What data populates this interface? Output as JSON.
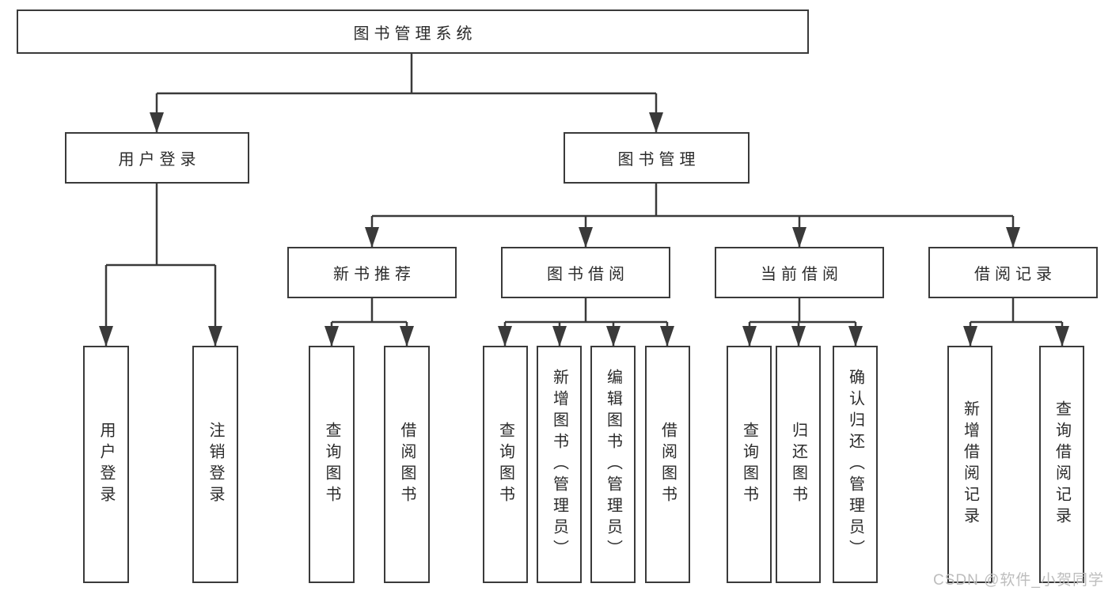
{
  "colors": {
    "background": "#ffffff",
    "line": "#3a3a3a",
    "box_border": "#3a3a3a",
    "text": "#2b2b2b",
    "watermark": "#bdbdbd"
  },
  "watermark": "CSDN @软件_小贺同学",
  "diagram": {
    "type": "org-tree",
    "root": "图书管理系统",
    "branches": [
      {
        "label": "用户登录",
        "children": [
          "用户登录",
          "注销登录"
        ]
      },
      {
        "label": "图书管理",
        "children": [
          {
            "label": "新书推荐",
            "children": [
              "查询图书",
              "借阅图书"
            ]
          },
          {
            "label": "图书借阅",
            "children": [
              "查询图书",
              "新增图书（管理员）",
              "编辑图书（管理员）",
              "借阅图书"
            ]
          },
          {
            "label": "当前借阅",
            "children": [
              "查询图书",
              "归还图书",
              "确认归还（管理员）"
            ]
          },
          {
            "label": "借阅记录",
            "children": [
              "新增借阅记录",
              "查询借阅记录"
            ]
          }
        ]
      }
    ]
  }
}
